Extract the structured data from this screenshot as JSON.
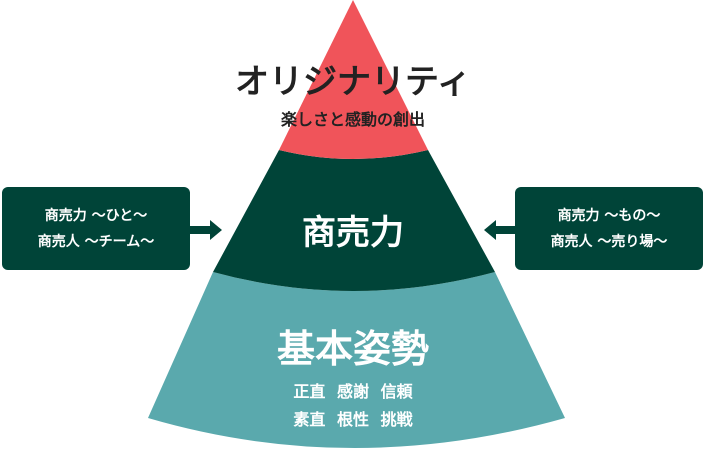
{
  "colors": {
    "top": "#f0545a",
    "middle": "#004438",
    "bottom": "#5aa9ad",
    "box": "#004438"
  },
  "pyramid": {
    "top": {
      "title": "オリジナリティ",
      "subtitle": "楽しさと感動の創出"
    },
    "middle": {
      "title": "商売力"
    },
    "bottom": {
      "title": "基本姿勢",
      "lines": [
        "正直 感謝 信頼",
        "素直 根性 挑戦"
      ]
    }
  },
  "left_box": {
    "lines": [
      "商売力 〜ひと〜",
      "商売人 〜チーム〜"
    ]
  },
  "right_box": {
    "lines": [
      "商売力 〜もの〜",
      "商売人 〜売り場〜"
    ]
  }
}
